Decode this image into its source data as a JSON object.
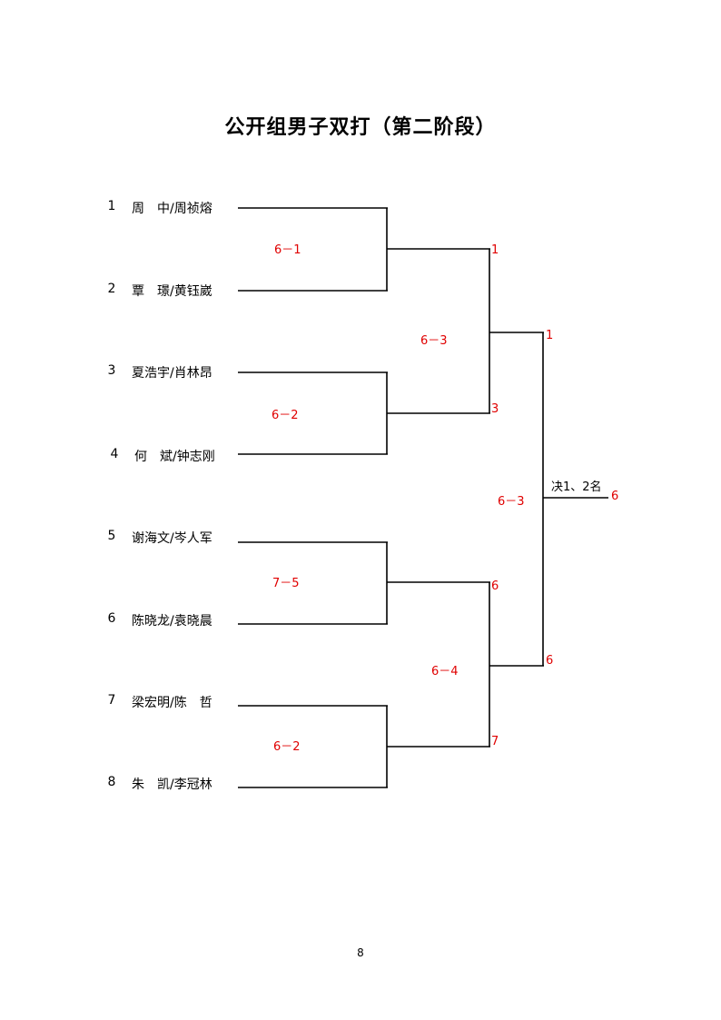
{
  "title": "公开组男子双打（第二阶段）",
  "players": [
    {
      "seed": "1",
      "name": "周　中/周祯熔"
    },
    {
      "seed": "2",
      "name": "覃　璟/黄钰崴"
    },
    {
      "seed": "3",
      "name": "夏浩宇/肖林昂"
    },
    {
      "seed": "4",
      "name": "何　斌/钟志刚"
    },
    {
      "seed": "5",
      "name": "谢海文/岑人军"
    },
    {
      "seed": "6",
      "name": "陈晓龙/袁晓晨"
    },
    {
      "seed": "7",
      "name": "梁宏明/陈　哲"
    },
    {
      "seed": "8",
      "name": "朱　凯/李冠林"
    }
  ],
  "round1": {
    "scores": [
      "6－1",
      "6－2",
      "7－5",
      "6－2"
    ],
    "winners": [
      "1",
      "3",
      "6",
      "7"
    ]
  },
  "round2": {
    "scores": [
      "6－3",
      "6－4"
    ],
    "winners": [
      "1",
      "6"
    ]
  },
  "final": {
    "label": "决1、2名",
    "score": "6－3",
    "winner": "6"
  },
  "page_number": "8",
  "colors": {
    "line": "#000000",
    "score": "#e00000"
  }
}
